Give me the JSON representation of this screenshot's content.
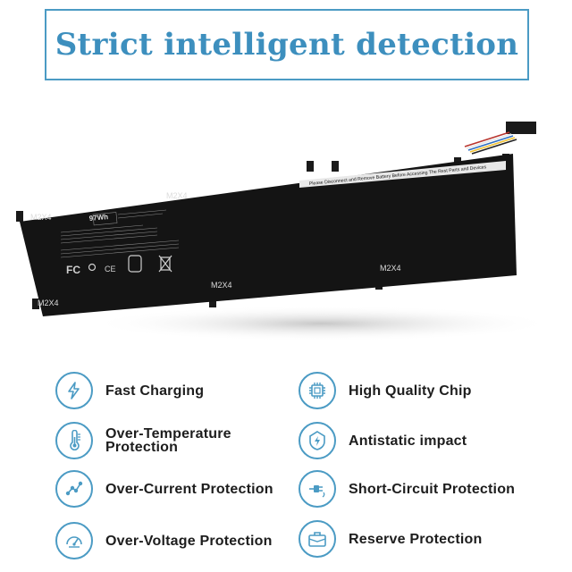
{
  "title": "Strict intelligent detection",
  "battery": {
    "capacity": "97Wh",
    "warning": "Please Disconnect and Remove Battery Before Accessing The Rest Parts and Devices",
    "screw_labels": [
      "M2X4",
      "M2X4",
      "M2X4",
      "M2X4",
      "M2X4"
    ]
  },
  "features": [
    {
      "icon": "lightning-icon",
      "line1": "Fast Charging",
      "line2": ""
    },
    {
      "icon": "chip-icon",
      "line1": "High Quality Chip",
      "line2": ""
    },
    {
      "icon": "thermometer-icon",
      "line1": "Over-Temperature",
      "line2": "Protection"
    },
    {
      "icon": "shield-bolt-icon",
      "line1": "Antistatic impact",
      "line2": ""
    },
    {
      "icon": "network-nodes-icon",
      "line1": "Over-Current Protection",
      "line2": ""
    },
    {
      "icon": "plug-icon",
      "line1": "Short-Circuit Protection",
      "line2": ""
    },
    {
      "icon": "gauge-icon",
      "line1": "Over-Voltage Protection",
      "line2": ""
    },
    {
      "icon": "briefcase-icon",
      "line1": "Reserve Protection",
      "line2": ""
    }
  ],
  "colors": {
    "accent": "#4b9bc4",
    "battery": "#111111"
  }
}
